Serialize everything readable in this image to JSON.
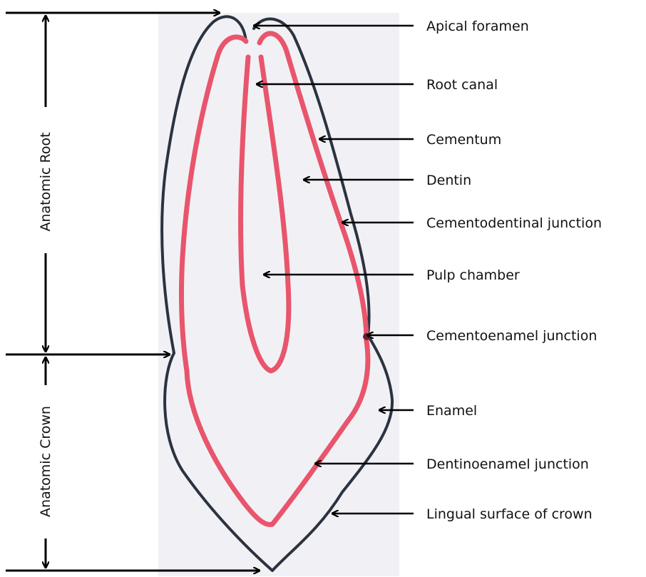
{
  "labels": {
    "apical_foramen": "Apical foramen",
    "root_canal": "Root canal",
    "cementum": "Cementum",
    "dentin": "Dentin",
    "cementodentinal_junction": "Cementodentinal junction",
    "pulp_chamber": "Pulp chamber",
    "cementoenamel_junction": "Cementoenamel junction",
    "enamel": "Enamel",
    "dentinoenamel_junction": "Dentinoenamel junction",
    "lingual_surface": "Lingual surface of crown"
  },
  "dimensions": {
    "anatomic_root": "Anatomic Root",
    "anatomic_crown": "Anatomic Crown"
  },
  "colors": {
    "background_panel": "#f1f1f5",
    "outline": "#2b3340",
    "dentin_line": "#e8556c",
    "arrow": "#000000"
  }
}
